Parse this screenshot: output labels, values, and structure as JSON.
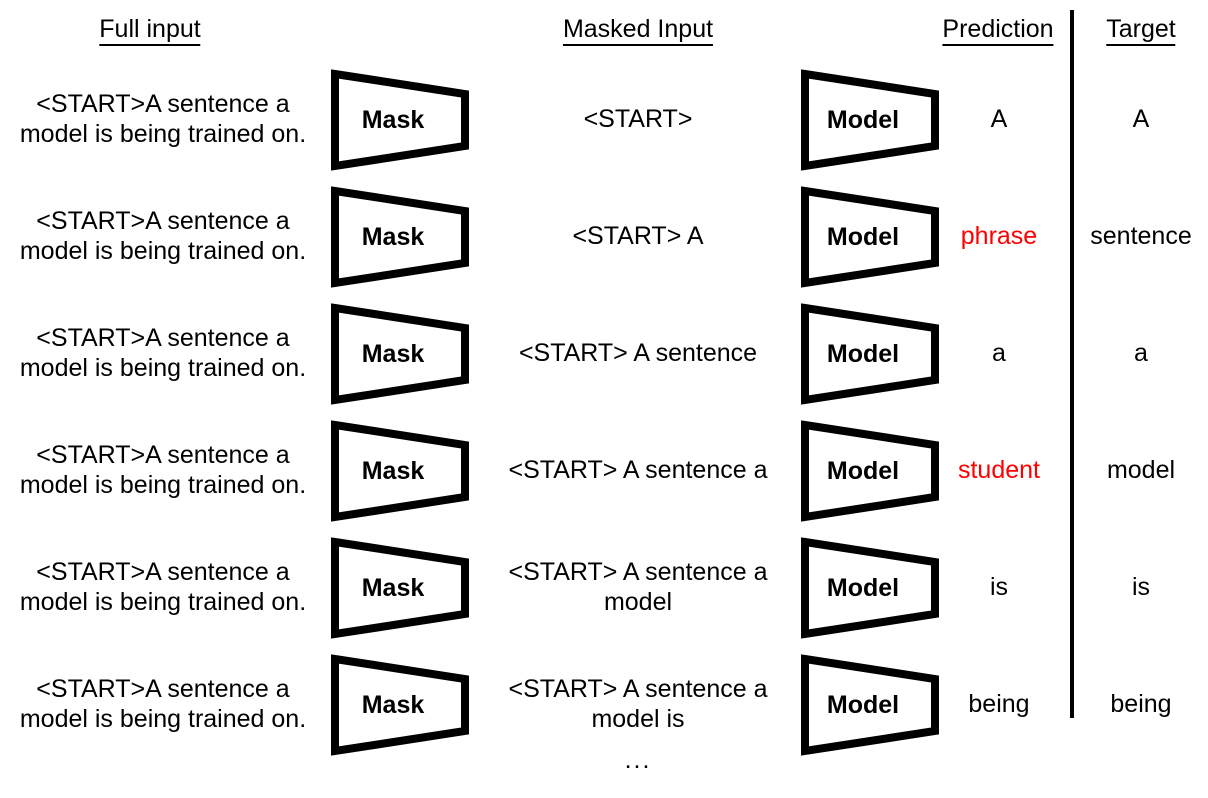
{
  "headers": {
    "full_input": "Full input",
    "masked_input": "Masked Input",
    "prediction": "Prediction",
    "target": "Target"
  },
  "blocks": {
    "mask_label": "Mask",
    "model_label": "Model"
  },
  "colors": {
    "text": "#000000",
    "incorrect_prediction": "#ff0000",
    "background": "#ffffff"
  },
  "full_input_sentence": "<START>A sentence a model is being trained on.",
  "rows": [
    {
      "full_input": "<START>A sentence a model is being trained on.",
      "masked_input": "<START>",
      "prediction": "A",
      "target": "A",
      "prediction_correct": true
    },
    {
      "full_input": "<START>A sentence a model is being trained on.",
      "masked_input": "<START> A",
      "prediction": "phrase",
      "target": "sentence",
      "prediction_correct": false
    },
    {
      "full_input": "<START>A sentence a model is being trained on.",
      "masked_input": "<START> A sentence",
      "prediction": "a",
      "target": "a",
      "prediction_correct": true
    },
    {
      "full_input": "<START>A sentence a model is being trained on.",
      "masked_input": "<START> A sentence a",
      "prediction": "student",
      "target": "model",
      "prediction_correct": false
    },
    {
      "full_input": "<START>A sentence a model is being trained on.",
      "masked_input": "<START> A sentence a model",
      "prediction": "is",
      "target": "is",
      "prediction_correct": true
    },
    {
      "full_input": "<START>A sentence a model is being trained on.",
      "masked_input": "<START> A sentence a model is",
      "prediction": "being",
      "target": "being",
      "prediction_correct": true
    }
  ],
  "continuation": "..."
}
